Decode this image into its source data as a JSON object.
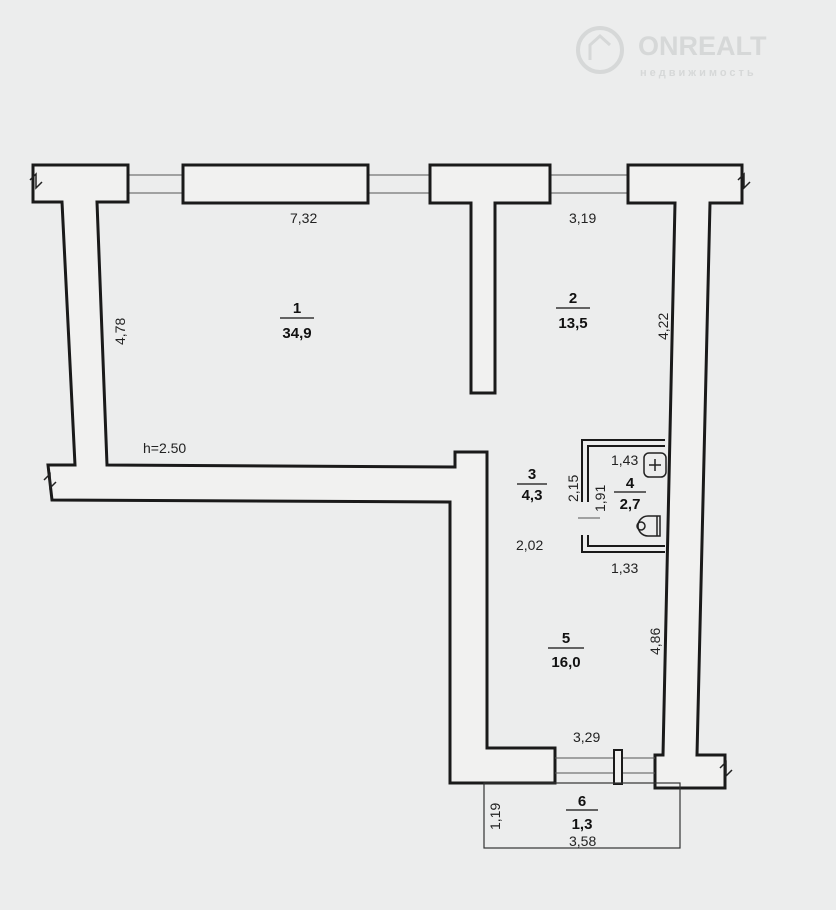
{
  "watermark": {
    "brand": "ONREALT",
    "tagline": "недвижимость"
  },
  "ceiling_height": "h=2.50",
  "rooms": [
    {
      "number": "1",
      "area": "34,9"
    },
    {
      "number": "2",
      "area": "13,5"
    },
    {
      "number": "3",
      "area": "4,3"
    },
    {
      "number": "4",
      "area": "2,7"
    },
    {
      "number": "5",
      "area": "16,0"
    },
    {
      "number": "6",
      "area": "1,3"
    }
  ],
  "dimensions": {
    "room1_width": "7,32",
    "room1_depth": "4,78",
    "room2_width": "3,19",
    "room2_depth": "4,22",
    "room3_depth": "2,15",
    "room3_width": "2,02",
    "room4_depth": "1,91",
    "room4_width_top": "1,43",
    "room4_width_bottom": "1,33",
    "room5_depth": "4,86",
    "room5_width": "3,29",
    "room6_depth": "1,19",
    "room6_width": "3,58"
  },
  "colors": {
    "paper": "#f1f1f0",
    "wall_outline": "#1a1a1a"
  }
}
